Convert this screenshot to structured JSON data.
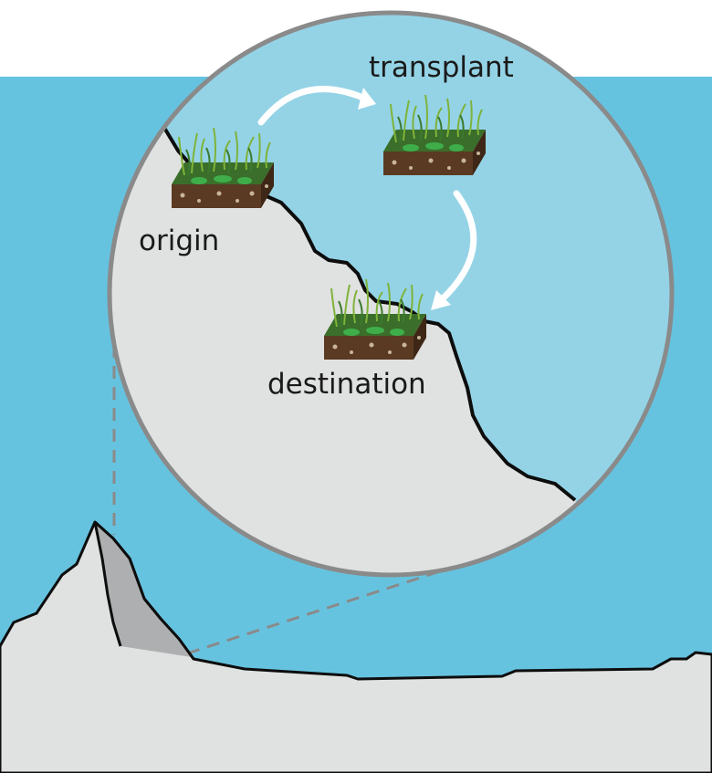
{
  "labels": {
    "origin": "origin",
    "transplant": "transplant",
    "destination": "destination"
  },
  "colors": {
    "sky": "#66c3df",
    "zoom_sky": "#94d3e6",
    "rock": "#e0e1e1",
    "rock_shadow": "#aeafb0",
    "circle_border": "#8a8a8a",
    "outline": "#0d0d0d",
    "arrow": "#ffffff",
    "soil": "#5a3a22",
    "grass": "#3f9a3f"
  },
  "icons": {
    "arrow1": "curved-arrow-icon",
    "arrow2": "curved-arrow-icon",
    "plot": "grass-soil-plot-icon"
  }
}
